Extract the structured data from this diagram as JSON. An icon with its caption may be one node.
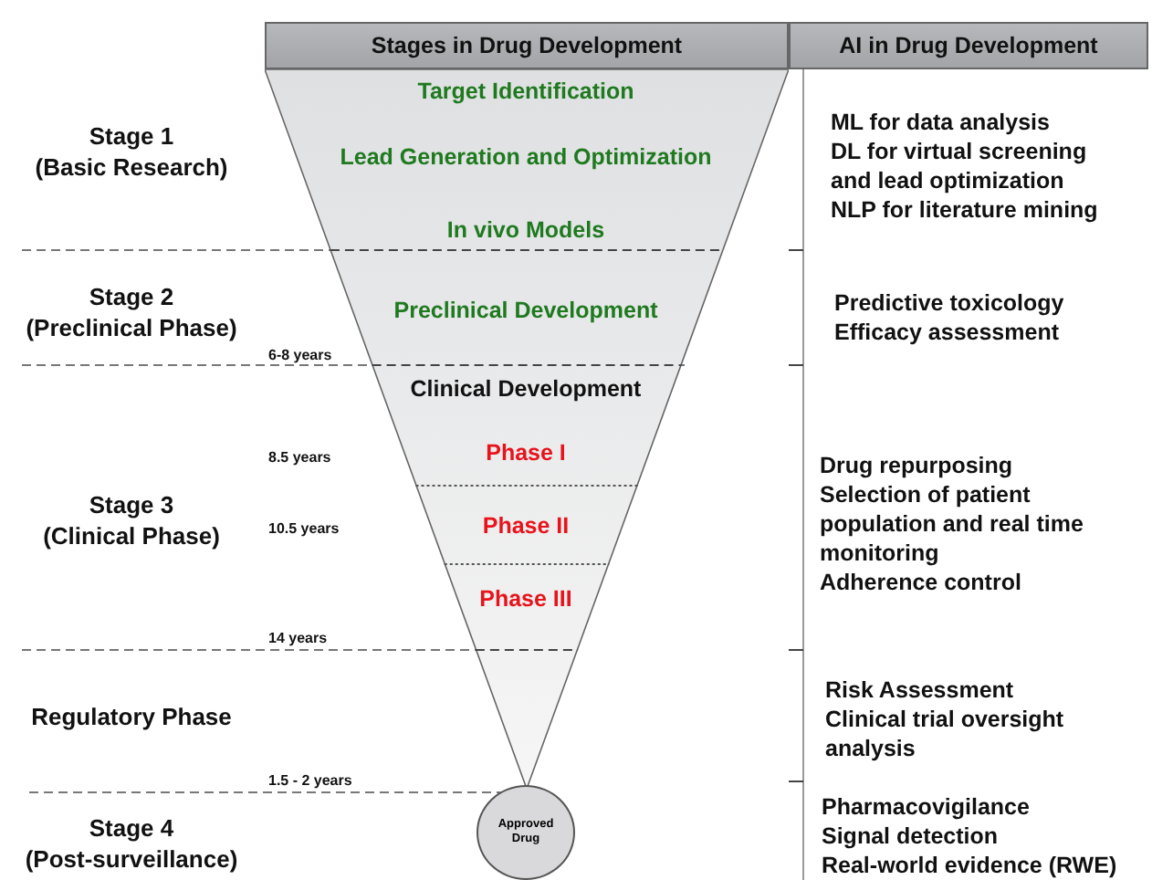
{
  "diagram": {
    "nodes": [
      {
        "text": [
          "Stages in Drug Development"
        ]
      },
      {
        "text": [
          "AI in Drug Development"
        ]
      },
      {
        "text": [
          "Target Identification",
          "Lead Generation and Optimization",
          "In vivo Models",
          "Preclinical Development",
          "Clinical Development",
          "Phase I",
          "Phase II",
          "Phase III"
        ]
      },
      {
        "text": [
          "Approved Drug"
        ]
      }
    ],
    "labels": [
      "Stage 1 (Basic Research)",
      "ML for data analysis",
      "DL for virtual screening and lead optimization",
      "NLP for literature mining",
      "Stage 2 (Preclinical Phase)",
      "Predictive toxicology",
      "Efficacy assessment",
      "6-8 years",
      "8.5 years",
      "Stage 3 (Clinical Phase)",
      "10.5 years",
      "Drug repurposing",
      "Selection of patient population and real time monitoring",
      "Adherence control",
      "14 years",
      "Regulatory Phase",
      "Risk Assessment",
      "Clinical trial oversight analysis",
      "1.5 - 2 years",
      "Stage 4 (Post-surveillance)",
      "Pharmacovigilance",
      "Signal detection",
      "Real-world evidence (RWE)"
    ]
  }
}
